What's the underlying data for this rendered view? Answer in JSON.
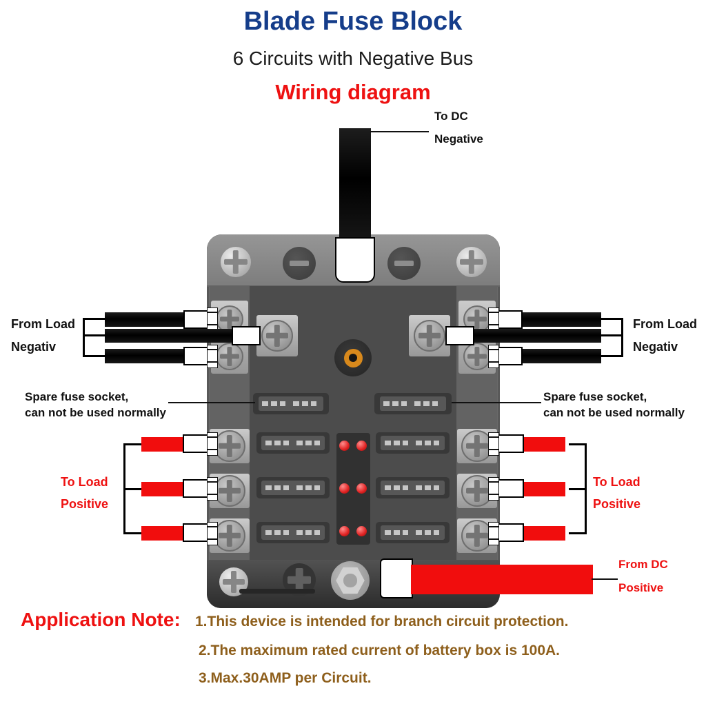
{
  "header": {
    "title": "Blade Fuse Block",
    "subtitle": "6 Circuits with Negative Bus",
    "diagram_label": "Wiring diagram"
  },
  "callouts": {
    "dc_negative": {
      "line1": "To DC",
      "line2": "Negative"
    },
    "load_negative_left": {
      "line1": "From Load",
      "line2": "Negativ"
    },
    "load_negative_right": {
      "line1": "From Load",
      "line2": "Negativ"
    },
    "spare_left": {
      "line1": "Spare fuse socket,",
      "line2": "can not be used normally"
    },
    "spare_right": {
      "line1": "Spare fuse socket,",
      "line2": "can not be used normally"
    },
    "load_positive_left": {
      "line1": "To Load",
      "line2": "Positive"
    },
    "load_positive_right": {
      "line1": "To Load",
      "line2": "Positive"
    },
    "dc_positive": {
      "line1": "From DC",
      "line2": "Positive"
    }
  },
  "application_note": {
    "label": "Application Note:",
    "notes": [
      "1.This device is intended for branch circuit protection.",
      "2.The maximum rated current of battery box is 100A.",
      "3.Max.30AMP per Circuit."
    ]
  },
  "device": {
    "circuit_count": 6,
    "led_indicator_count": 6,
    "spare_fuse_socket_count": 2
  },
  "colors": {
    "title_blue": "#153d8a",
    "accent_red": "#ee1111",
    "wire_red": "#f10d0d",
    "wire_black": "#0b0b0b",
    "note_brown": "#8e5f1c"
  }
}
